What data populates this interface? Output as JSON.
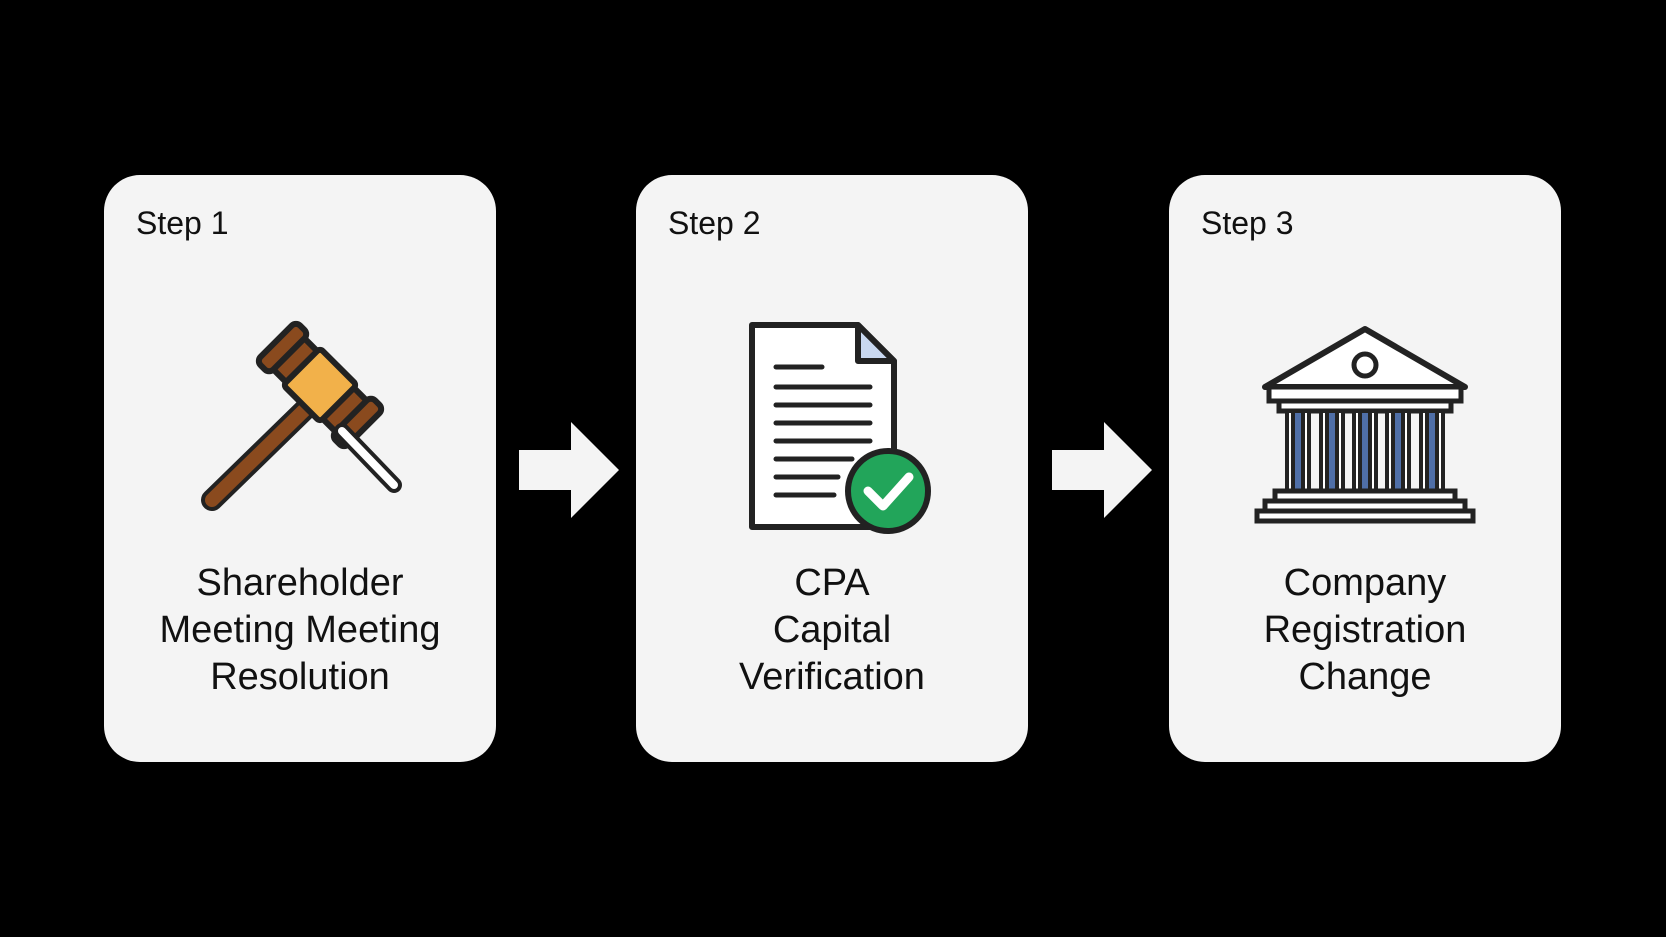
{
  "steps": [
    {
      "label": "Step 1",
      "title_lines": [
        "Shareholder",
        "Meeting Meeting",
        "Resolution"
      ],
      "icon": "gavel-icon"
    },
    {
      "label": "Step 2",
      "title_lines": [
        "CPA",
        "Capital",
        "Verification"
      ],
      "icon": "document-check-icon"
    },
    {
      "label": "Step 3",
      "title_lines": [
        "Company",
        "Registration",
        "Change"
      ],
      "icon": "bank-building-icon"
    }
  ],
  "connectors": [
    "arrow-right-icon",
    "arrow-right-icon"
  ],
  "colors": {
    "background": "#000000",
    "card": "#f4f4f4",
    "gavel_wood": "#8a4a1e",
    "gavel_band": "#f2b14a",
    "check_green": "#22a55a",
    "document_fold": "#c9d8f0",
    "column_blue": "#4f6fa8"
  }
}
